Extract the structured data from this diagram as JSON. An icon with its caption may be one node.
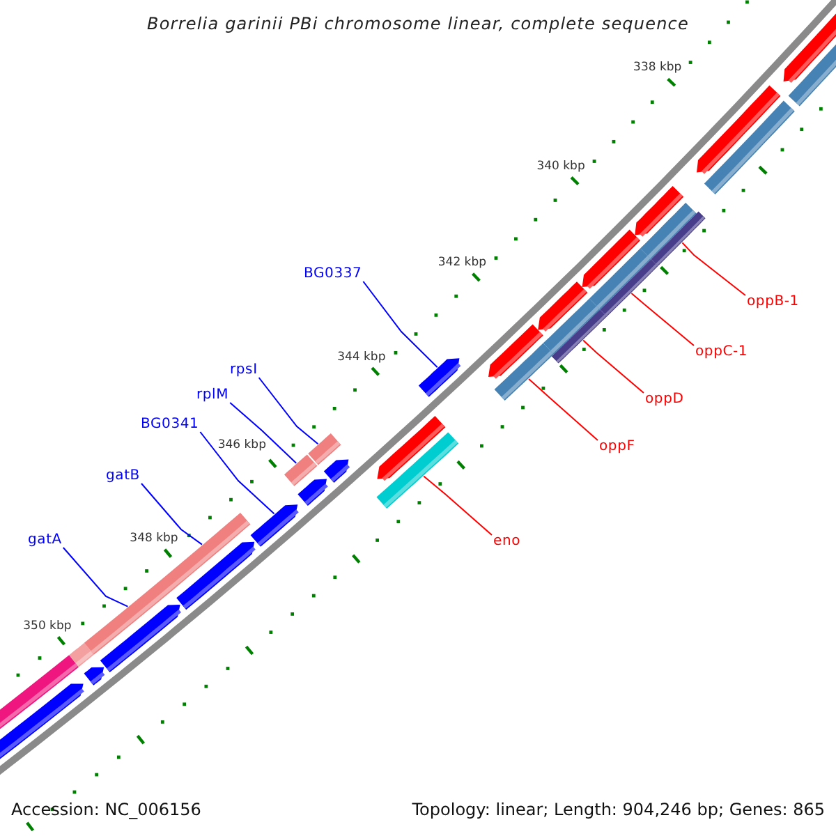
{
  "diagram": {
    "title": "Borrelia garinii PBi chromosome linear, complete sequence",
    "nodes": [
      {
        "text": [
          "BG0337"
        ]
      },
      {
        "text": [
          "oppB-1"
        ]
      },
      {
        "text": [
          "oppC-1"
        ]
      },
      {
        "text": [
          "rpsI"
        ]
      },
      {
        "text": [
          "rplM"
        ]
      },
      {
        "text": [
          "oppD"
        ]
      },
      {
        "text": [
          "BG0341"
        ]
      },
      {
        "text": [
          "oppF"
        ]
      },
      {
        "text": [
          "gatB"
        ]
      },
      {
        "text": [
          "gatA"
        ]
      },
      {
        "text": [
          "eno"
        ]
      },
      {
        "text": [],
        "shape": "bar"
      },
      {
        "text": [],
        "shape": "bar"
      },
      {
        "text": [],
        "shape": "bar"
      },
      {
        "text": [],
        "shape": "bar"
      },
      {
        "text": [],
        "shape": "bar"
      },
      {
        "text": [],
        "shape": "bar"
      },
      {
        "text": [],
        "shape": "bar"
      },
      {
        "text": [],
        "shape": "bar"
      },
      {
        "text": [],
        "shape": "bar"
      },
      {
        "text": [],
        "shape": "bar"
      }
    ],
    "edges": [
      {
        "from": 0,
        "to": 16,
        "arrow": "none"
      },
      {
        "from": 1,
        "to": 20,
        "arrow": "none",
        "color": "#ff0000"
      },
      {
        "from": 2,
        "to": 19,
        "arrow": "none",
        "color": "#ff0000"
      },
      {
        "from": 3,
        "to": 14,
        "arrow": "none"
      },
      {
        "from": 4,
        "to": 13,
        "arrow": "none"
      },
      {
        "from": 5,
        "to": 18,
        "arrow": "none",
        "color": "#ff0000"
      },
      {
        "from": 6,
        "to": 12,
        "arrow": "none"
      },
      {
        "from": 7,
        "to": 17,
        "arrow": "none",
        "color": "#ff0000"
      },
      {
        "from": 8,
        "to": 11,
        "arrow": "none"
      },
      {
        "from": 9,
        "to": 11,
        "arrow": "none"
      },
      {
        "from": 10,
        "to": 15,
        "arrow": "none",
        "color": "#ff0000"
      }
    ],
    "labels": [
      "338 kbp",
      "340 kbp",
      "342 kbp",
      "344 kbp",
      "346 kbp",
      "348 kbp",
      "350 kbp",
      "Accession: NC_006156",
      "Topology: linear; Length: 904,246 bp; Genes: 865"
    ]
  }
}
